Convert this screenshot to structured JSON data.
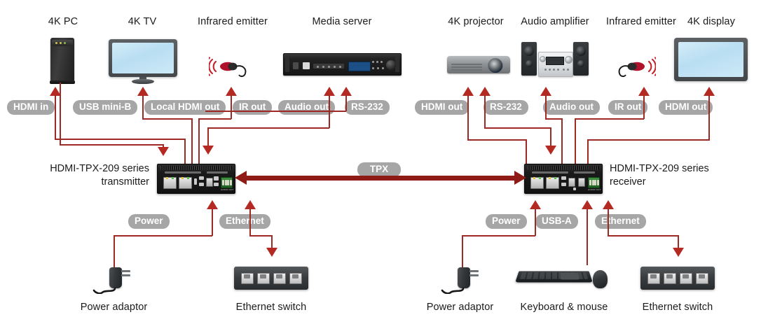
{
  "diagram": {
    "title": "HDMI-TPX-209 series transmitter and receiver connection diagram",
    "colors": {
      "pill_background": "#a6a6a6",
      "pill_text": "#ffffff",
      "line": "#9e2a25",
      "arrow": "#b42a22",
      "trunk": "#8e1b16",
      "label_text": "#1b1b1b",
      "background": "#ffffff"
    }
  },
  "top_devices": [
    {
      "id": "pc",
      "label": "4K PC"
    },
    {
      "id": "tv",
      "label": "4K TV"
    },
    {
      "id": "ir_tx",
      "label": "Infrared emitter"
    },
    {
      "id": "media",
      "label": "Media server"
    },
    {
      "id": "projector",
      "label": "4K projector"
    },
    {
      "id": "amplifier",
      "label": "Audio amplifier"
    },
    {
      "id": "ir_rx",
      "label": "Infrared emitter"
    },
    {
      "id": "display",
      "label": "4K display"
    }
  ],
  "port_tags_top": [
    {
      "id": "hdmi-in",
      "label": "HDMI in"
    },
    {
      "id": "usb-mini-b",
      "label": "USB mini-B"
    },
    {
      "id": "local-hdmi-out",
      "label": "Local HDMI out"
    },
    {
      "id": "ir-out-tx",
      "label": "IR out"
    },
    {
      "id": "audio-out-tx",
      "label": "Audio out"
    },
    {
      "id": "rs-232-tx",
      "label": "RS-232"
    },
    {
      "id": "hdmi-out-rx",
      "label": "HDMI out"
    },
    {
      "id": "rs-232-rx",
      "label": "RS-232"
    },
    {
      "id": "audio-out-rx",
      "label": "Audio out"
    },
    {
      "id": "ir-out-rx",
      "label": "IR out"
    },
    {
      "id": "hdmi-out-disp",
      "label": "HDMI out"
    }
  ],
  "port_tags_bottom": [
    {
      "id": "power-tx",
      "label": "Power"
    },
    {
      "id": "ethernet-tx",
      "label": "Ethernet"
    },
    {
      "id": "power-rx",
      "label": "Power"
    },
    {
      "id": "usb-a-rx",
      "label": "USB-A"
    },
    {
      "id": "ethernet-rx",
      "label": "Ethernet"
    }
  ],
  "units": {
    "transmitter": {
      "line1": "HDMI-TPX-209 series",
      "line2": "transmitter"
    },
    "receiver": {
      "line1": "HDMI-TPX-209 series",
      "line2": "receiver"
    },
    "link_tag": "TPX"
  },
  "bottom_devices": [
    {
      "id": "power-adaptor-tx",
      "label": "Power adaptor"
    },
    {
      "id": "ethernet-switch-tx",
      "label": "Ethernet switch"
    },
    {
      "id": "power-adaptor-rx",
      "label": "Power adaptor"
    },
    {
      "id": "keyboard-mouse",
      "label": "Keyboard & mouse"
    },
    {
      "id": "ethernet-switch-rx",
      "label": "Ethernet switch"
    }
  ]
}
